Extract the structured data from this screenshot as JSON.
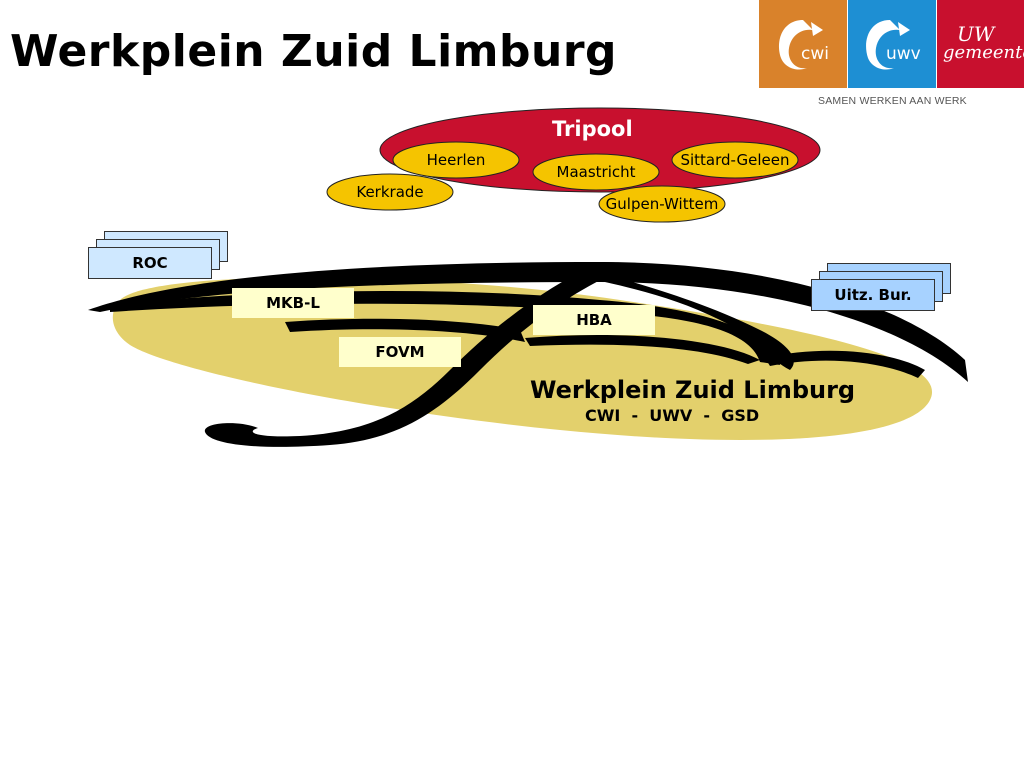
{
  "slide": {
    "title": "Werkplein Zuid Limburg"
  },
  "logos": {
    "cwi": "cwi",
    "uwv": "uwv",
    "gemeente_line1": "UW",
    "gemeente_line2": "gemeente",
    "tagline": "SAMEN WERKEN AAN WERK",
    "colors": {
      "cwi": "#d9822b",
      "uwv": "#1e8fd3",
      "gemeente": "#c8102e"
    }
  },
  "tripool": {
    "label": "Tripool",
    "color": "#c8102e",
    "cities": [
      "Heerlen",
      "Maastricht",
      "Sittard-Geleen",
      "Kerkrade",
      "Gulpen-Wittem"
    ],
    "city_color": "#f5c400"
  },
  "partners": {
    "roc": "ROC",
    "uitz": "Uitz. Bur.",
    "mkb": "MKB-L",
    "fovm": "FOVM",
    "hba": "HBA"
  },
  "werkplein": {
    "title": "Werkplein Zuid Limburg",
    "subtitle": "CWI  -  UWV  -  GSD",
    "color": "#e3d06c"
  }
}
